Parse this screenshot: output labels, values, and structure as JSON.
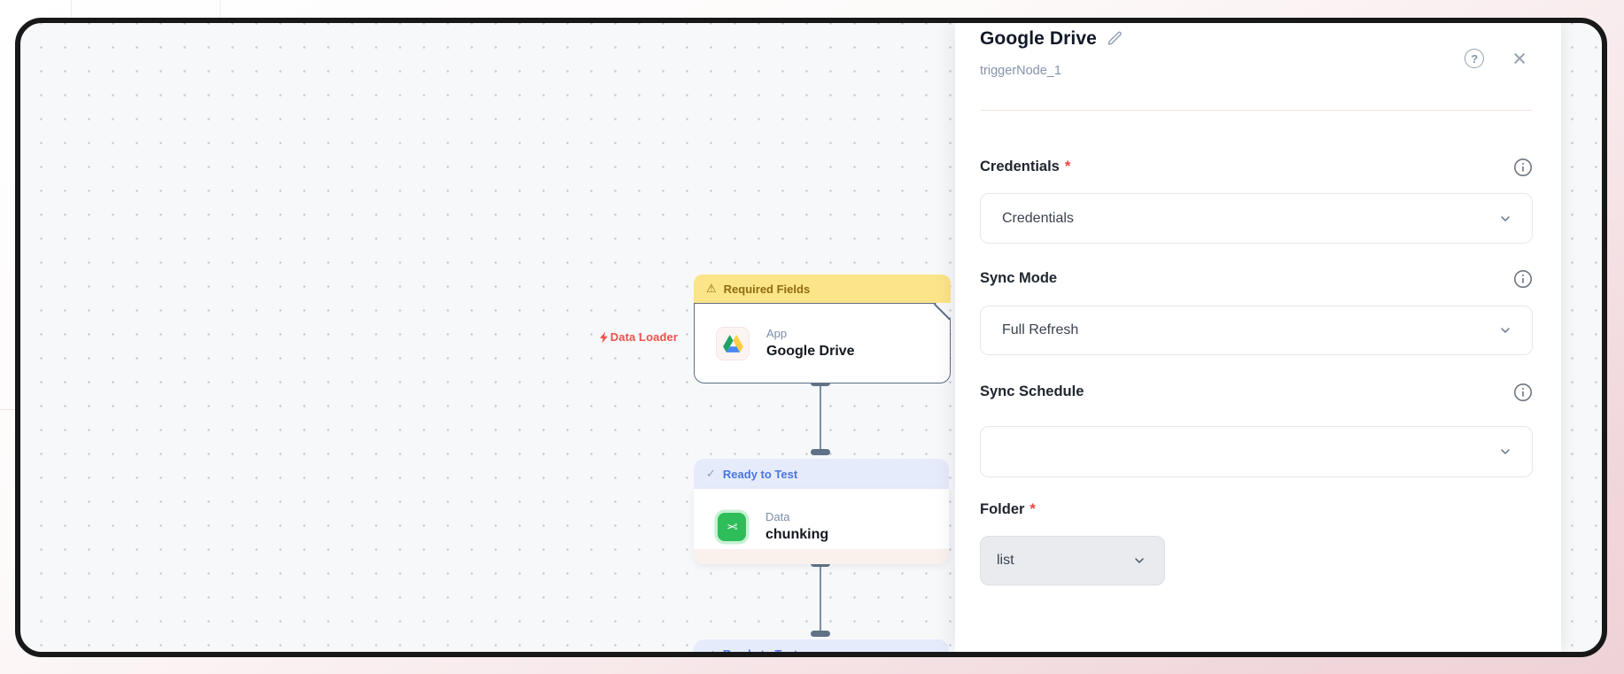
{
  "window": {
    "panel": {
      "title": "Google Drive",
      "subtitle": "triggerNode_1",
      "help_glyph": "?",
      "close_glyph": "×",
      "fields": [
        {
          "label": "Credentials",
          "required_mark": "*",
          "value": "Credentials",
          "control": "select"
        },
        {
          "label": "Sync Mode",
          "value": "Full Refresh",
          "control": "select"
        },
        {
          "label": "Sync Schedule",
          "value": "",
          "control": "select"
        },
        {
          "label": "Folder",
          "required_mark": "*",
          "value": "list",
          "control": "select-small"
        }
      ]
    },
    "canvas": {
      "edge_label": "Data Loader",
      "nodes": [
        {
          "status": "Required Fields",
          "status_type": "warning",
          "category": "App",
          "name": "Google Drive",
          "icon": "google-drive-icon"
        },
        {
          "status": "Ready to Test",
          "status_type": "ready",
          "category": "Data",
          "name": "chunking",
          "icon": "scissors-icon"
        },
        {
          "status": "Ready to Test",
          "status_type": "ready",
          "partial": true
        }
      ]
    },
    "icons": {
      "warning": "⚠",
      "check": "✓",
      "scissors": "✂",
      "lightning": "bolt-icon",
      "edit": "pencil-icon",
      "info": "info-circle-icon",
      "chevron": "chevron-down-icon"
    },
    "colors": {
      "canvas_bg": "#f7f8fa",
      "frame_border": "#181818",
      "warning_badge_bg": "#fce488",
      "warning_badge_text": "#8f6b11",
      "ready_badge_bg": "#e6ebfb",
      "ready_badge_text": "#4d74e0",
      "edge_label_red": "#f0524d",
      "node_border": "#5c6e86",
      "chunking_icon_green": "#2ebd59",
      "outer_pink": "#eed2d7"
    }
  }
}
